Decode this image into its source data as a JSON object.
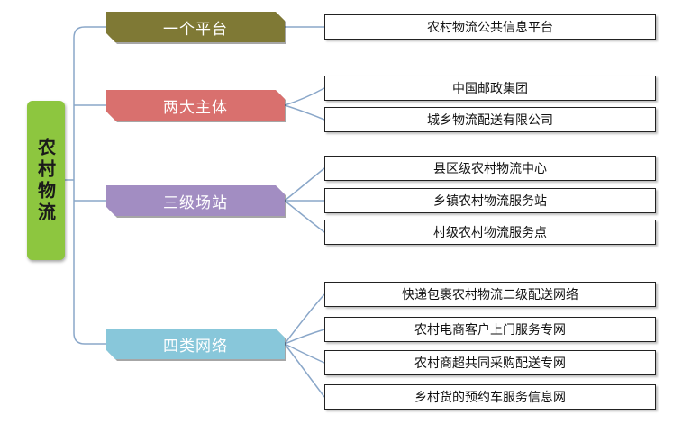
{
  "root": {
    "label": "农村物流",
    "color": "#8dc63f"
  },
  "categories": [
    {
      "label": "一个平台",
      "color": "#7f7935",
      "items": [
        "农村物流公共信息平台"
      ]
    },
    {
      "label": "两大主体",
      "color": "#d9706e",
      "items": [
        "中国邮政集团",
        "城乡物流配送有限公司"
      ]
    },
    {
      "label": "三级场站",
      "color": "#a28dc2",
      "items": [
        "县区级农村物流中心",
        "乡镇农村物流服务站",
        "村级农村物流服务点"
      ]
    },
    {
      "label": "四类网络",
      "color": "#88c7da",
      "items": [
        "快递包裹农村物流二级配送网络",
        "农村电商客户上门服务专网",
        "农村商超共同采购配送专网",
        "乡村货的预约车服务信息网"
      ]
    }
  ]
}
